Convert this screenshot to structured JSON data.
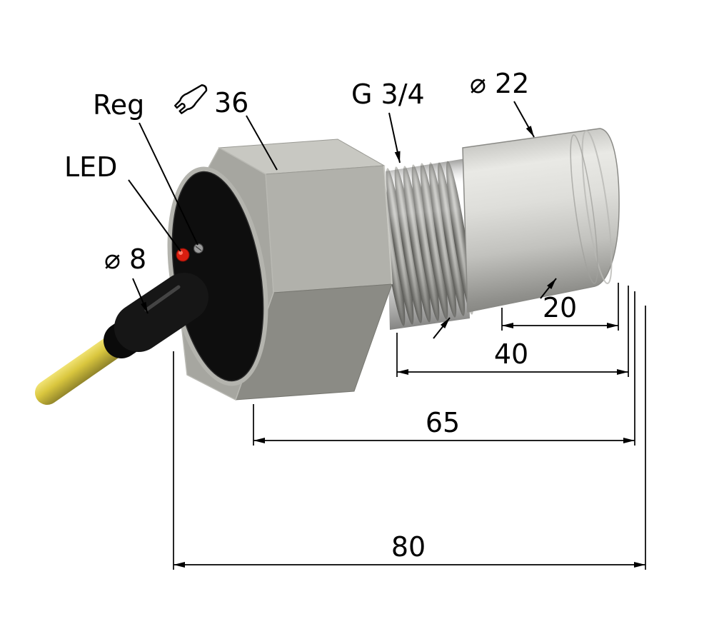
{
  "diagram": {
    "type": "technical-drawing-proximity-sensor",
    "background": "#ffffff",
    "part_labels": {
      "reg": "Reg",
      "led": "LED",
      "cable_diameter": "⌀ 8",
      "wrench_size": "36",
      "thread": "G 3/4",
      "head_diameter": "⌀ 22"
    },
    "dimensions": {
      "head_length": "20",
      "thread_to_tip": "40",
      "body_to_tip": "65",
      "total_length": "80"
    },
    "icons": {
      "wrench": "open-end-wrench",
      "diameter_symbol": "⌀"
    },
    "colors": {
      "outline": "#000000",
      "led": "#d81e10",
      "cable": "#d8c63e",
      "metal_light": "#e9e9e5",
      "metal_dark": "#6f6f6b",
      "gland": "#141414"
    }
  }
}
